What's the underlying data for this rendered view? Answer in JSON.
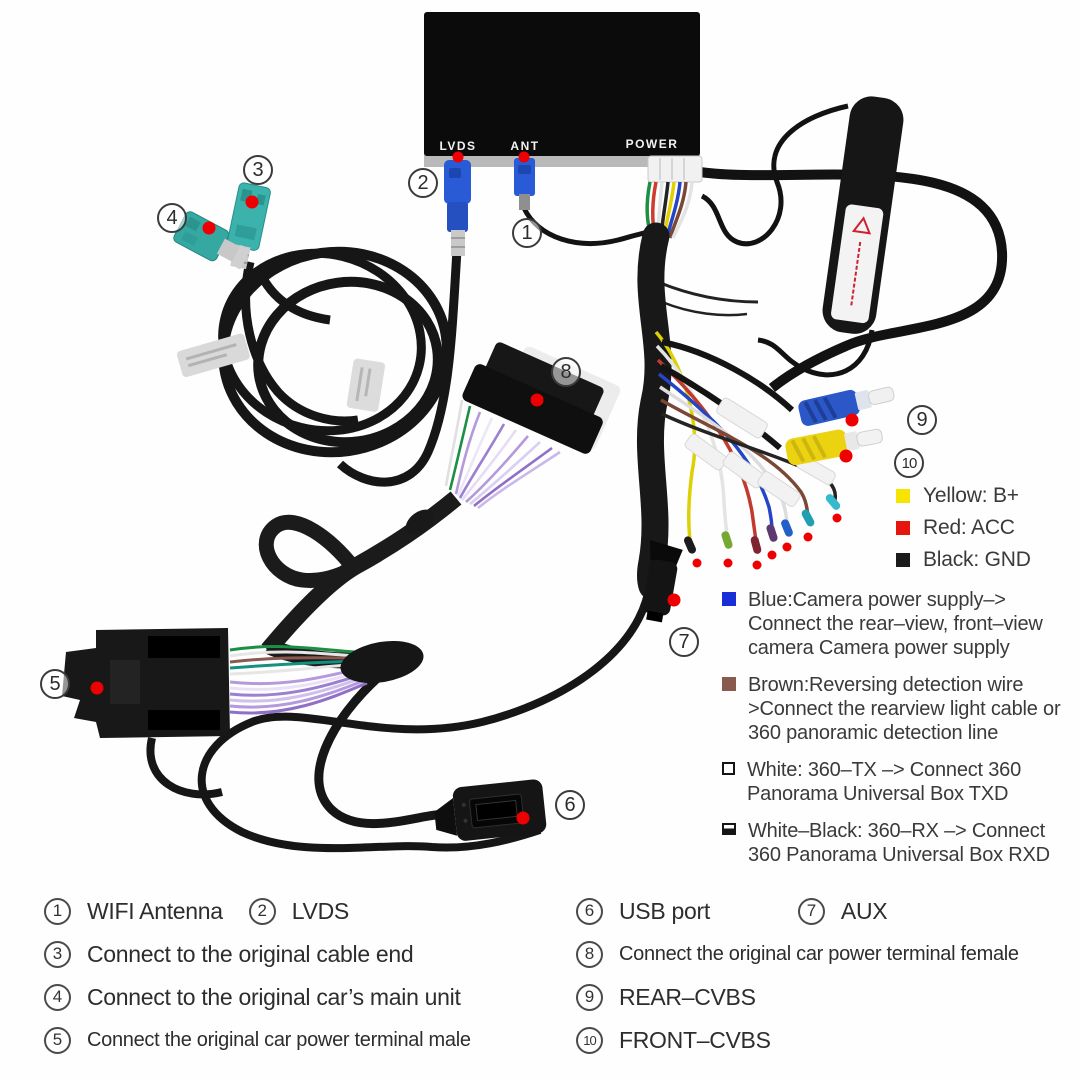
{
  "device_ports": {
    "lvds": "LVDS",
    "ant": "ANT",
    "power": "POWER"
  },
  "markers": [
    "1",
    "2",
    "3",
    "4",
    "5",
    "6",
    "7",
    "8",
    "9",
    "10"
  ],
  "colors": {
    "marker_dot": "#ee0000",
    "fakra_teal": "#3cb0ab",
    "connector_blue": "#2a5bd7",
    "rca_blue": "#2b57c8",
    "rca_yellow": "#ecd312",
    "legend_yellow": "#f7e400",
    "legend_red": "#e8140e",
    "legend_black": "#1b1b1b",
    "legend_blue": "#1a2ed8",
    "legend_brown": "#8b5a4e"
  },
  "wire_color_legend": [
    {
      "text": "Yellow: B+"
    },
    {
      "text": "Red: ACC"
    },
    {
      "text": "Black: GND"
    }
  ],
  "wire_function_legend": [
    {
      "text": "Blue:Camera power supply–>\nConnect the rear–view, front–view\ncamera Camera power supply"
    },
    {
      "text": "Brown:Reversing detection wire\n>Connect the rearview light cable or\n360 panoramic detection line"
    },
    {
      "text": "White: 360–TX –> Connect 360\nPanorama Universal Box TXD"
    },
    {
      "text": "White–Black: 360–RX –> Connect\n360 Panorama Universal Box RXD"
    }
  ],
  "legend_bottom": {
    "left": [
      {
        "n": "1",
        "label": "WIFI Antenna"
      },
      {
        "n": "2",
        "label": "LVDS"
      },
      {
        "n": "3",
        "label": "Connect to the original cable end"
      },
      {
        "n": "4",
        "label": "Connect to the original car’s main unit"
      },
      {
        "n": "5",
        "label": "Connect the original car power terminal male"
      }
    ],
    "right": [
      {
        "n": "6",
        "label": "USB port"
      },
      {
        "n": "7",
        "label": "AUX"
      },
      {
        "n": "8",
        "label": "Connect the original car power terminal female"
      },
      {
        "n": "9",
        "label": "REAR–CVBS"
      },
      {
        "n": "10",
        "label": "FRONT–CVBS"
      }
    ]
  }
}
